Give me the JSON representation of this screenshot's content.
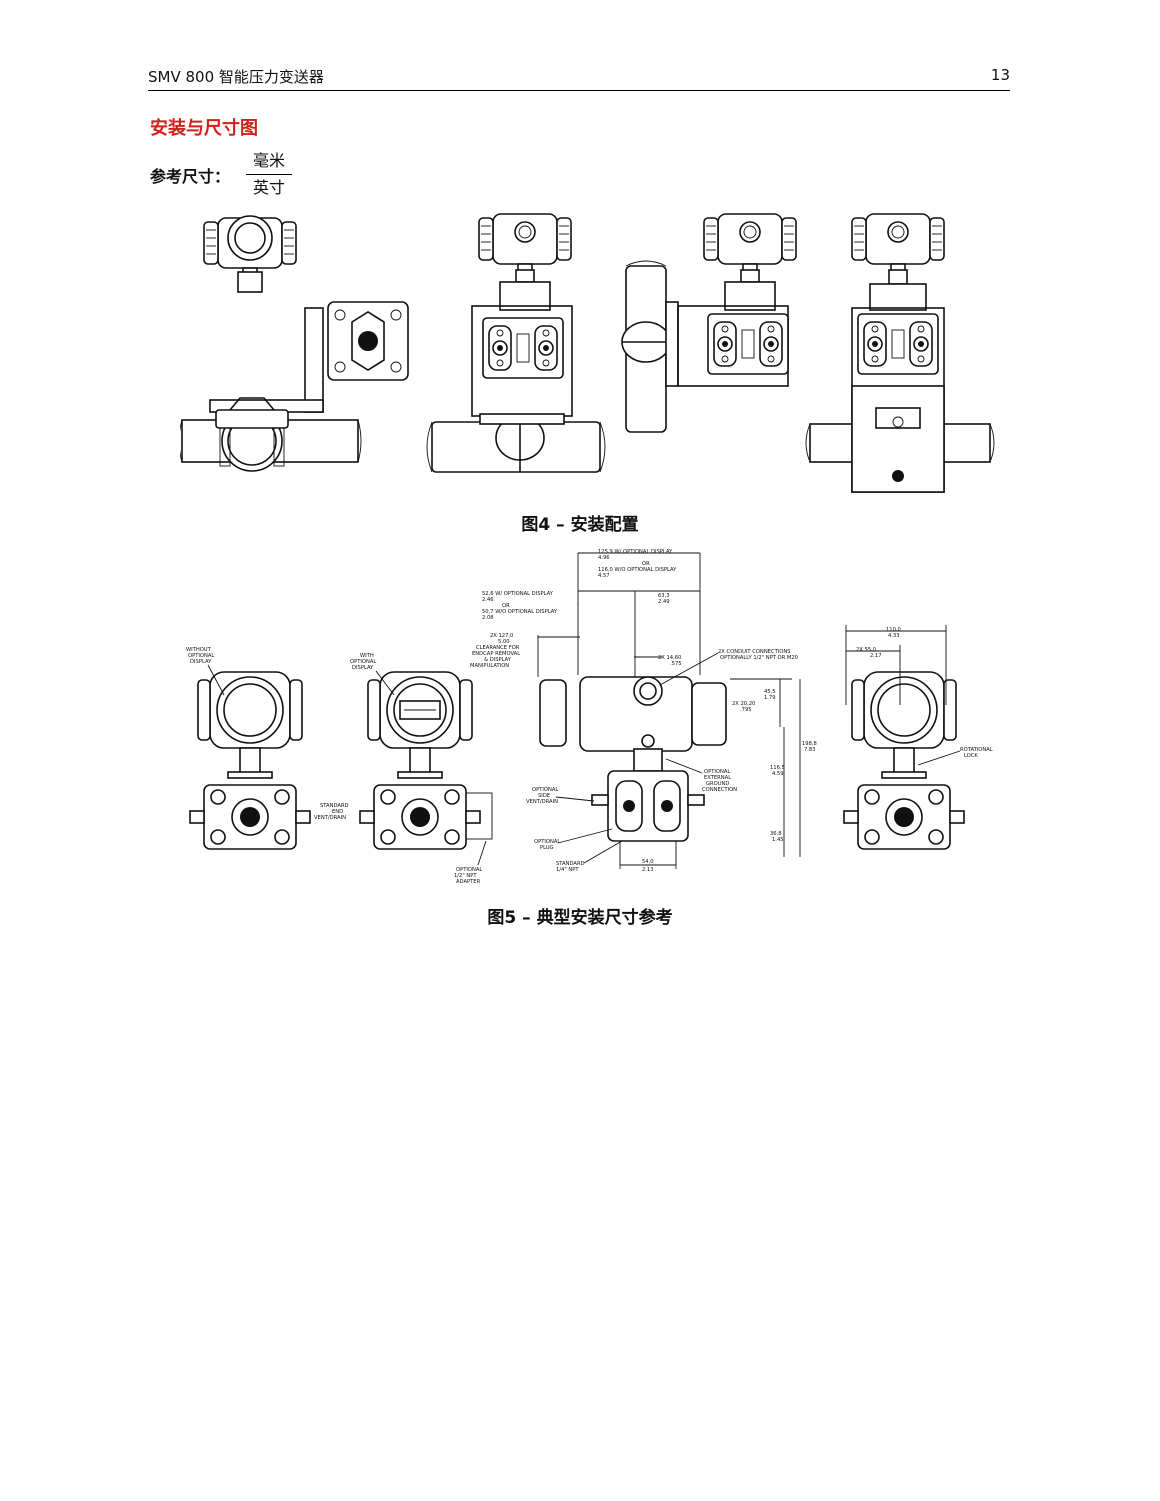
{
  "header": {
    "doc_title": "SMV 800 智能压力变送器",
    "page_number": "13"
  },
  "section_title": "安装与尺寸图",
  "reference": {
    "label": "参考尺寸：",
    "unit_top": "毫米",
    "unit_bottom": "英寸"
  },
  "figure4": {
    "caption": "图4 – 安装配置"
  },
  "figure5": {
    "caption": "图5 – 典型安装尺寸参考",
    "labels": {
      "without_display": [
        "WITHOUT",
        "OPTIONAL",
        "DISPLAY"
      ],
      "with_display": [
        "WITH",
        "OPTIONAL",
        "DISPLAY"
      ],
      "std_end_vent": [
        "STANDARD",
        "END",
        "VENT/DRAIN"
      ],
      "optional_adapter": [
        "OPTIONAL",
        "1/2\" NPT",
        "ADAPTER"
      ],
      "dim_125": [
        "125,9 W/ OPTIONAL DISPLAY",
        "4.96",
        "OR",
        "116,0 W/O OPTIONAL DISPLAY",
        "4.57"
      ],
      "dim_52": [
        "52,6 W/ OPTIONAL DISPLAY",
        "2.46",
        "OR",
        "50,7 W/O OPTIONAL DISPLAY",
        "2.08"
      ],
      "dim_63": [
        "63,3",
        "2.49"
      ],
      "clearance": [
        "2X 127,0",
        "5.00",
        "CLEARANCE FOR",
        "ENDCAP REMOVAL",
        "& DISPLAY",
        "MANIPULATION"
      ],
      "dim_14": [
        "2X 14,60",
        ".575"
      ],
      "conduit": [
        "2X CONDUIT CONNECTIONS",
        "OPTIONALLY 1/2\" NPT OR M20"
      ],
      "dim_45": [
        "45,5",
        "1.79"
      ],
      "dim_20": [
        "2X 20,20",
        ".795"
      ],
      "dim_198": [
        "198,8",
        "7.83"
      ],
      "dim_116": [
        "116,5",
        "4.59"
      ],
      "dim_36": [
        "36,8",
        "1.45"
      ],
      "ext_ground": [
        "OPTIONAL",
        "EXTERNAL",
        "GROUND",
        "CONNECTION"
      ],
      "side_vent": [
        "OPTIONAL",
        "SIDE",
        "VENT/DRAIN"
      ],
      "opt_plug": [
        "OPTIONAL",
        "PLUG"
      ],
      "std_npt": [
        "STANDARD",
        "1/4\" NPT"
      ],
      "dim_54": [
        "54,0",
        "2.13"
      ],
      "dim_110": [
        "110,0",
        "4.33"
      ],
      "dim_55": [
        "2X 55,0",
        "2.17"
      ],
      "rot_lock": [
        "ROTATIONAL",
        "LOCK"
      ]
    }
  }
}
